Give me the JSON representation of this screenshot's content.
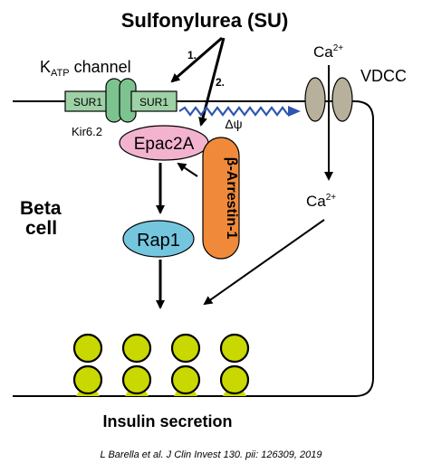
{
  "title": "Sulfonylurea (SU)",
  "step_1": "1.",
  "step_2": "2.",
  "katp": {
    "k": "K",
    "sub": "ATP",
    "rest": " channel"
  },
  "sur1_left": "SUR1",
  "sur1_right": "SUR1",
  "kir": "Kir6.2",
  "delta_psi": "Δψ",
  "ca_top": {
    "base": "Ca",
    "sup": "2+"
  },
  "ca_mid": {
    "base": "Ca",
    "sup": "2+"
  },
  "vdcc": "VDCC",
  "epac": "Epac2A",
  "arrestin": "β-Arrestin-1",
  "rap1": "Rap1",
  "beta_cell": [
    "Beta",
    "cell"
  ],
  "insulin_secretion": "Insulin secretion",
  "citation": "L Barella et al. J Clin Invest 130. pii: 126309, 2019",
  "colors": {
    "sur1_fill": "#9ed1a6",
    "kir_fill": "#7cc38f",
    "epac_fill": "#f3b3cf",
    "rap1_fill": "#74c6df",
    "arrestin_fill": "#f08a3a",
    "vdcc_fill": "#b7b09a",
    "granule_fill": "#c9d800",
    "wave_stroke": "#2f55b0"
  }
}
